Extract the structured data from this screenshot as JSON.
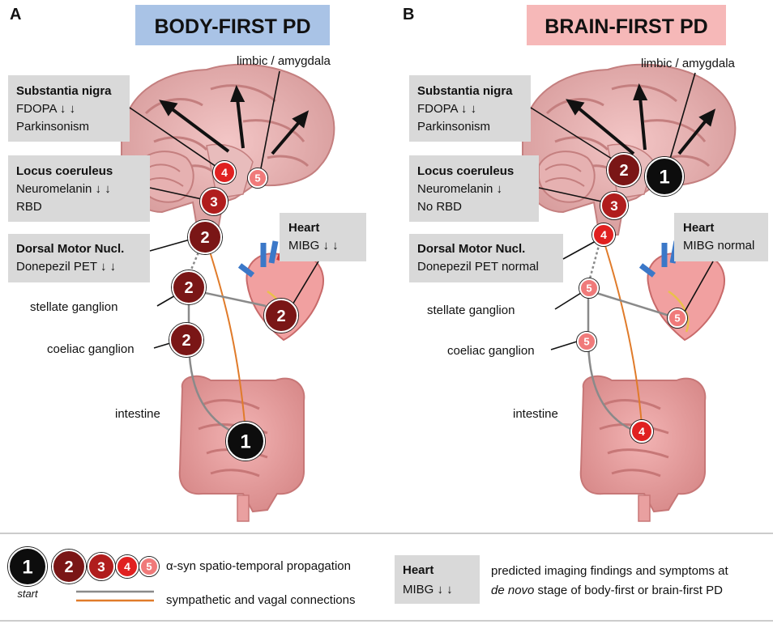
{
  "panels": [
    {
      "letter": "A",
      "title": "BODY-FIRST PD",
      "limbic": "limbic / amygdala",
      "boxes": {
        "sn": {
          "title": "Substantia nigra",
          "lines": [
            "FDOPA ↓ ↓",
            "Parkinsonism"
          ]
        },
        "lc": {
          "title": "Locus coeruleus",
          "lines": [
            "Neuromelanin ↓ ↓",
            "RBD"
          ]
        },
        "dmn": {
          "title": "Dorsal Motor Nucl.",
          "lines": [
            "Donepezil PET ↓ ↓"
          ]
        },
        "heart": {
          "title": "Heart",
          "lines": [
            "MIBG ↓ ↓"
          ]
        }
      },
      "labels": {
        "stellate": "stellate ganglion",
        "coeliac": "coeliac ganglion",
        "intestine": "intestine"
      },
      "nodes": {
        "limbic": "5",
        "sn": "4",
        "lc": "3",
        "dmn": "2",
        "stellate": "2",
        "coeliac": "2",
        "heart": "2",
        "intestine": "1"
      }
    },
    {
      "letter": "B",
      "title": "BRAIN-FIRST PD",
      "limbic": "limbic / amygdala",
      "boxes": {
        "sn": {
          "title": "Substantia nigra",
          "lines": [
            "FDOPA ↓ ↓",
            "Parkinsonism"
          ]
        },
        "lc": {
          "title": "Locus coeruleus",
          "lines": [
            "Neuromelanin ↓",
            "No RBD"
          ]
        },
        "dmn": {
          "title": "Dorsal Motor Nucl.",
          "lines": [
            "Donepezil PET normal"
          ]
        },
        "heart": {
          "title": "Heart",
          "lines": [
            "MIBG normal"
          ]
        }
      },
      "labels": {
        "stellate": "stellate ganglion",
        "coeliac": "coeliac ganglion",
        "intestine": "intestine"
      },
      "nodes": {
        "limbic": "1",
        "sn": "2",
        "lc": "3",
        "dmn": "4",
        "stellate": "5",
        "coeliac": "5",
        "heart": "5",
        "intestine": "4"
      }
    }
  ],
  "legend": {
    "nodes": [
      "1",
      "2",
      "3",
      "4",
      "5"
    ],
    "start": "start",
    "propagation": "α-syn spatio-temporal propagation",
    "connections": "sympathetic and vagal connections",
    "box_title": "Heart",
    "box_line": "MIBG ↓ ↓",
    "findings_1": "predicted imaging findings and symptoms at",
    "findings_2_italic": "de novo",
    "findings_2_rest": " stage of body-first or brain-first PD"
  },
  "colors": {
    "stage1": "#0d0d0d",
    "stage2": "#7a1616",
    "stage3": "#b01d1d",
    "stage4": "#e02020",
    "stage5": "#f07a7a",
    "body_title_bg": "#a9c3e6",
    "body_title_fg": "#3a62b0",
    "brain_title_bg": "#f6b8b8",
    "brain_title_fg": "#ee6a6a",
    "box_bg": "#d9d9d9",
    "vagal": "#e07b2a",
    "sympathetic": "#8a8a8a"
  }
}
